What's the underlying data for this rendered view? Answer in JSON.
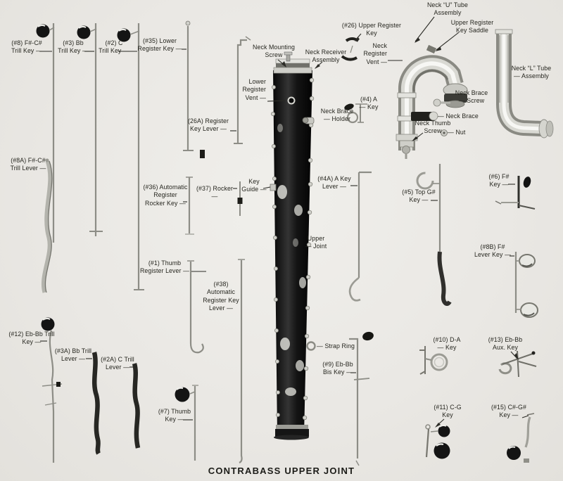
{
  "title": "CONTRABASS UPPER JOINT",
  "colors": {
    "background": "#eae8e4",
    "body_black": "#101010",
    "metal_light": "#d9d9d4",
    "metal_mid": "#9b9b95",
    "text": "#26261f"
  },
  "labels": {
    "p8": {
      "text": "(#8) F#-C#\nTrill Key —"
    },
    "p3": {
      "text": "(#3) Bb\nTrill Key —"
    },
    "p2": {
      "text": "(#2) C\nTrill Key —"
    },
    "p35": {
      "text": "(#35) Lower\nRegister Key —"
    },
    "p26a": {
      "text": "(26A) Register\nKey Lever —"
    },
    "neck_mounting": {
      "text": "Neck Mounting\nScrew"
    },
    "neck_receiver": {
      "text": "Neck Receiver\nAssembly"
    },
    "p26": {
      "text": "(#26) Upper Register\nKey"
    },
    "neck_reg_vent": {
      "text": "Neck\nRegister\nVent —"
    },
    "u_tube": {
      "text": "Neck “U” Tube\nAssembly"
    },
    "saddle": {
      "text": "Upper Register\nKey Saddle"
    },
    "l_tube": {
      "text": "Neck “L” Tube\n— Assembly"
    },
    "lower_vent": {
      "text": "Lower\nRegister\nVent —"
    },
    "brace_holder": {
      "text": "Neck Brace\n— Holder"
    },
    "p4": {
      "text": "(#4) A\n— Key"
    },
    "brace_screw": {
      "text": "Neck Brace\n— Screw"
    },
    "brace": {
      "text": "— Neck Brace"
    },
    "thumb_screw": {
      "text": "Neck Thumb\nScrew"
    },
    "nut": {
      "text": "— Nut"
    },
    "p8a": {
      "text": "(#8A) F#-C#\nTrill Lever —"
    },
    "p36": {
      "text": "(#36) Automatic\nRegister\nRocker Key —"
    },
    "p37": {
      "text": "(#37) Rocker —"
    },
    "key_guide": {
      "text": "Key\nGuide —"
    },
    "p4a": {
      "text": "(#4A) A Key\nLever —"
    },
    "p5": {
      "text": "(#5) Top G#\nKey —"
    },
    "p6": {
      "text": "(#6) F#\nKey —"
    },
    "upper_joint": {
      "text": "Upper\n— Joint"
    },
    "p8b": {
      "text": "(#8B) F#\nLever Key —"
    },
    "p1": {
      "text": "(#1) Thumb\nRegister Lever —"
    },
    "p38": {
      "text": "(#38)\nAutomatic\nRegister Key\nLever —"
    },
    "p12": {
      "text": "(#12) Eb-Bb Trill\nKey —"
    },
    "p3a": {
      "text": "(#3A) Bb Trill\nLever —"
    },
    "p2a": {
      "text": "(#2A) C Trill\nLever —"
    },
    "strap_ring": {
      "text": "— Strap Ring"
    },
    "p9": {
      "text": "(#9) Eb-Bb\nBis Key —"
    },
    "p10": {
      "text": "(#10) D-A\n— Key"
    },
    "p13": {
      "text": "(#13) Eb-Bb\nAux. Key"
    },
    "p7": {
      "text": "(#7) Thumb\nKey —"
    },
    "p11": {
      "text": "(#11) C-G\nKey"
    },
    "p15": {
      "text": "(#15) C#-G#\nKey —"
    }
  }
}
